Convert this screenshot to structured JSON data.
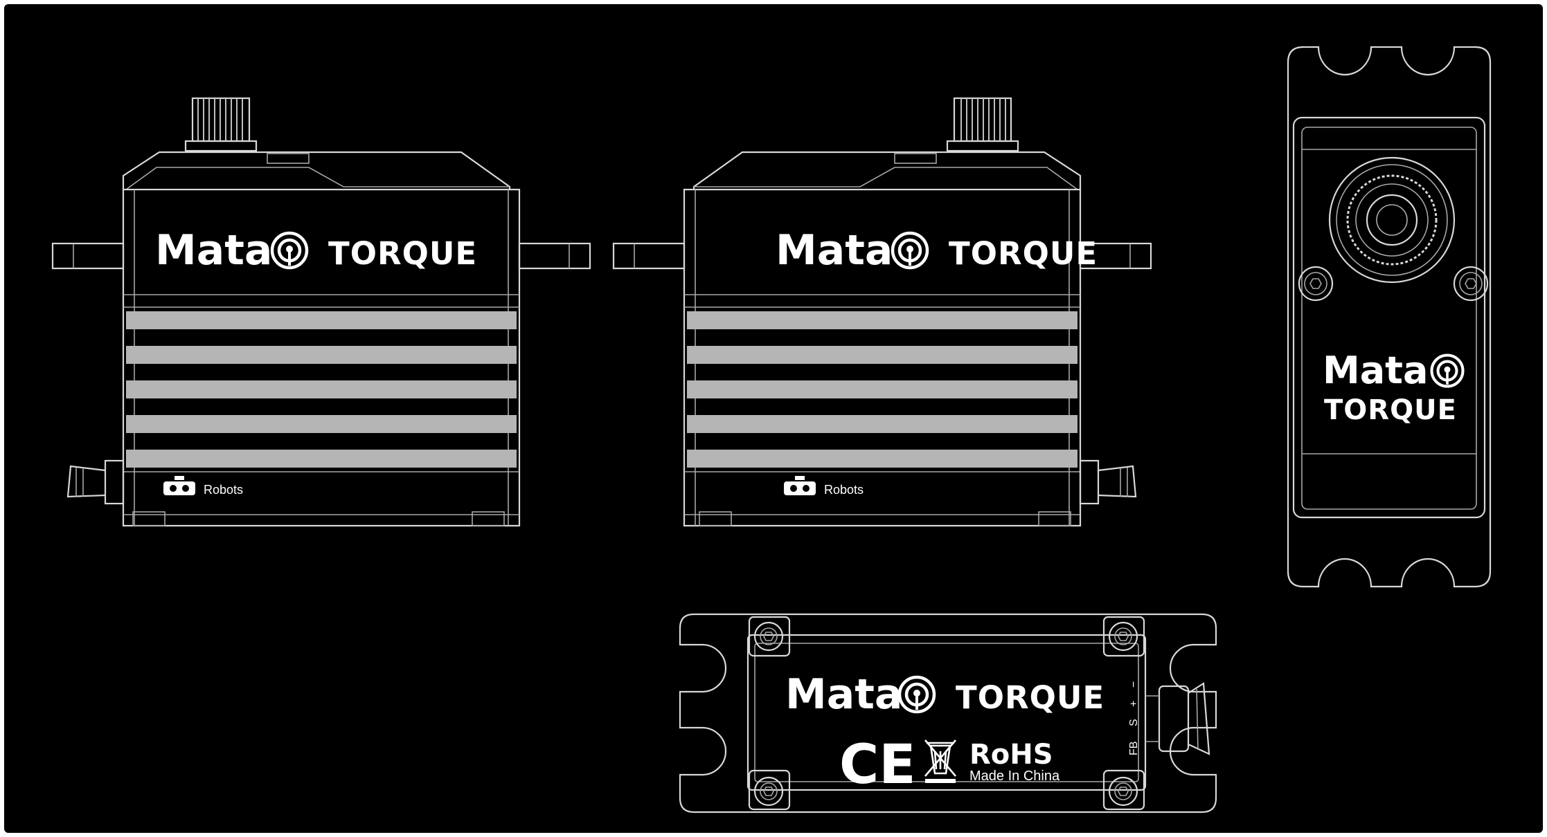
{
  "colors": {
    "background": "#000000",
    "outline": "#d8d8d8",
    "stripe": "#b5b5b5",
    "text": "#ffffff"
  },
  "brand": {
    "name": "Mata",
    "product": "TORQUE",
    "logo_icon": "signal-antenna-icon"
  },
  "side_views": {
    "badge_text": "Robots",
    "badge_icon": "robot-icon"
  },
  "bottom_view": {
    "pins": [
      "FB",
      "S",
      "+",
      "−"
    ],
    "ce_mark": "CE",
    "weee_icon": "crossed-bin-icon",
    "rohs": "RoHS",
    "origin": "Made In China"
  }
}
